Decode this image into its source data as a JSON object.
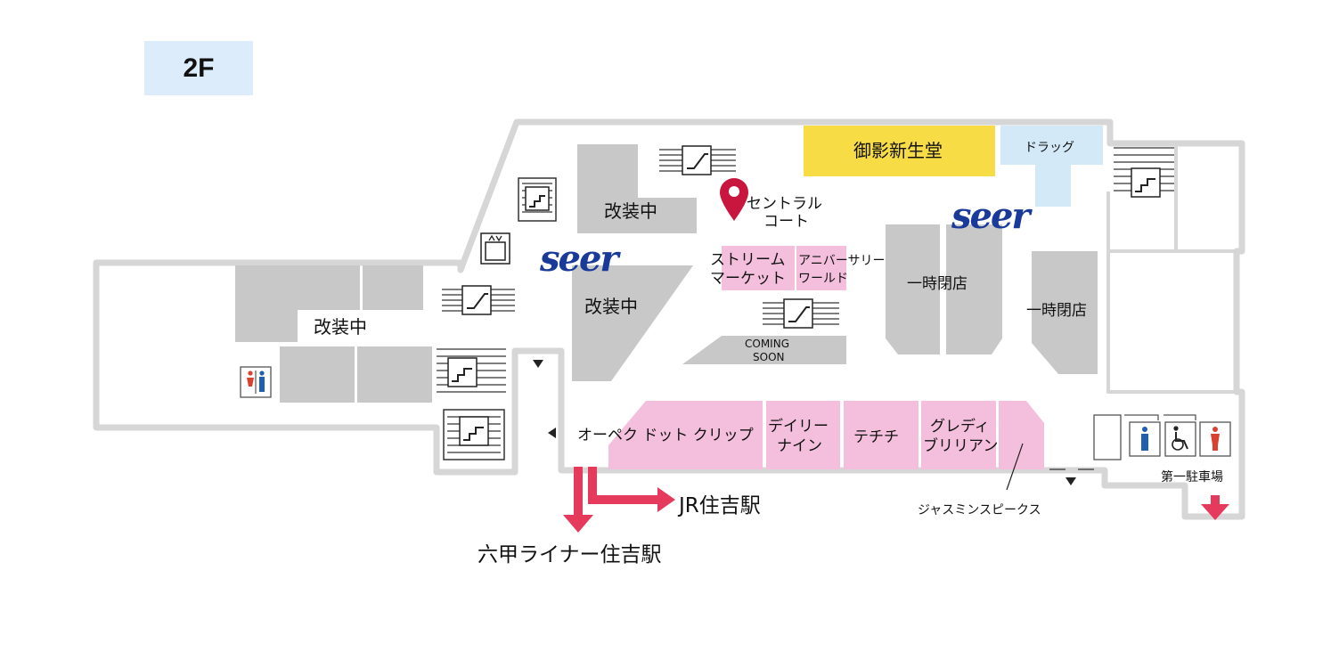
{
  "floor": {
    "label": "2F"
  },
  "brand": {
    "logo_text": "seer"
  },
  "shops": {
    "mikage_shinseido": "御影新生堂",
    "drug": "ドラッグ",
    "renovating": "改装中",
    "temporarily_closed": "一時閉店",
    "stream_market_1": "ストリーム",
    "stream_market_2": "マーケット",
    "anniversary_world_1": "アニバーサリー",
    "anniversary_world_2": "ワールド",
    "coming_soon_1": "COMING",
    "coming_soon_2": "SOON",
    "oepek": "オーペク ドット クリップ",
    "daily_nine_1": "デイリー",
    "daily_nine_2": "ナイン",
    "techichi": "テチチ",
    "gredi_brilliant_1": "グレディ",
    "gredi_brilliant_2": "ブリリアン",
    "jasmine_peaks": "ジャスミンスピークス"
  },
  "landmarks": {
    "central_court_1": "セントラル",
    "central_court_2": "コート",
    "parking": "第一駐車場"
  },
  "directions": {
    "jr_station": "JR住吉駅",
    "rokko_liner": "六甲ライナー住吉駅"
  },
  "colors": {
    "wall": "#d9d9d9",
    "store_gray": "#c8c8c8",
    "store_pink": "#f4bfdc",
    "store_yellow": "#f7dc45",
    "store_blue": "#d4e9f8",
    "accent_red": "#e63a5c",
    "pin": "#c8163e",
    "brand_blue": "#1a3a9a"
  }
}
